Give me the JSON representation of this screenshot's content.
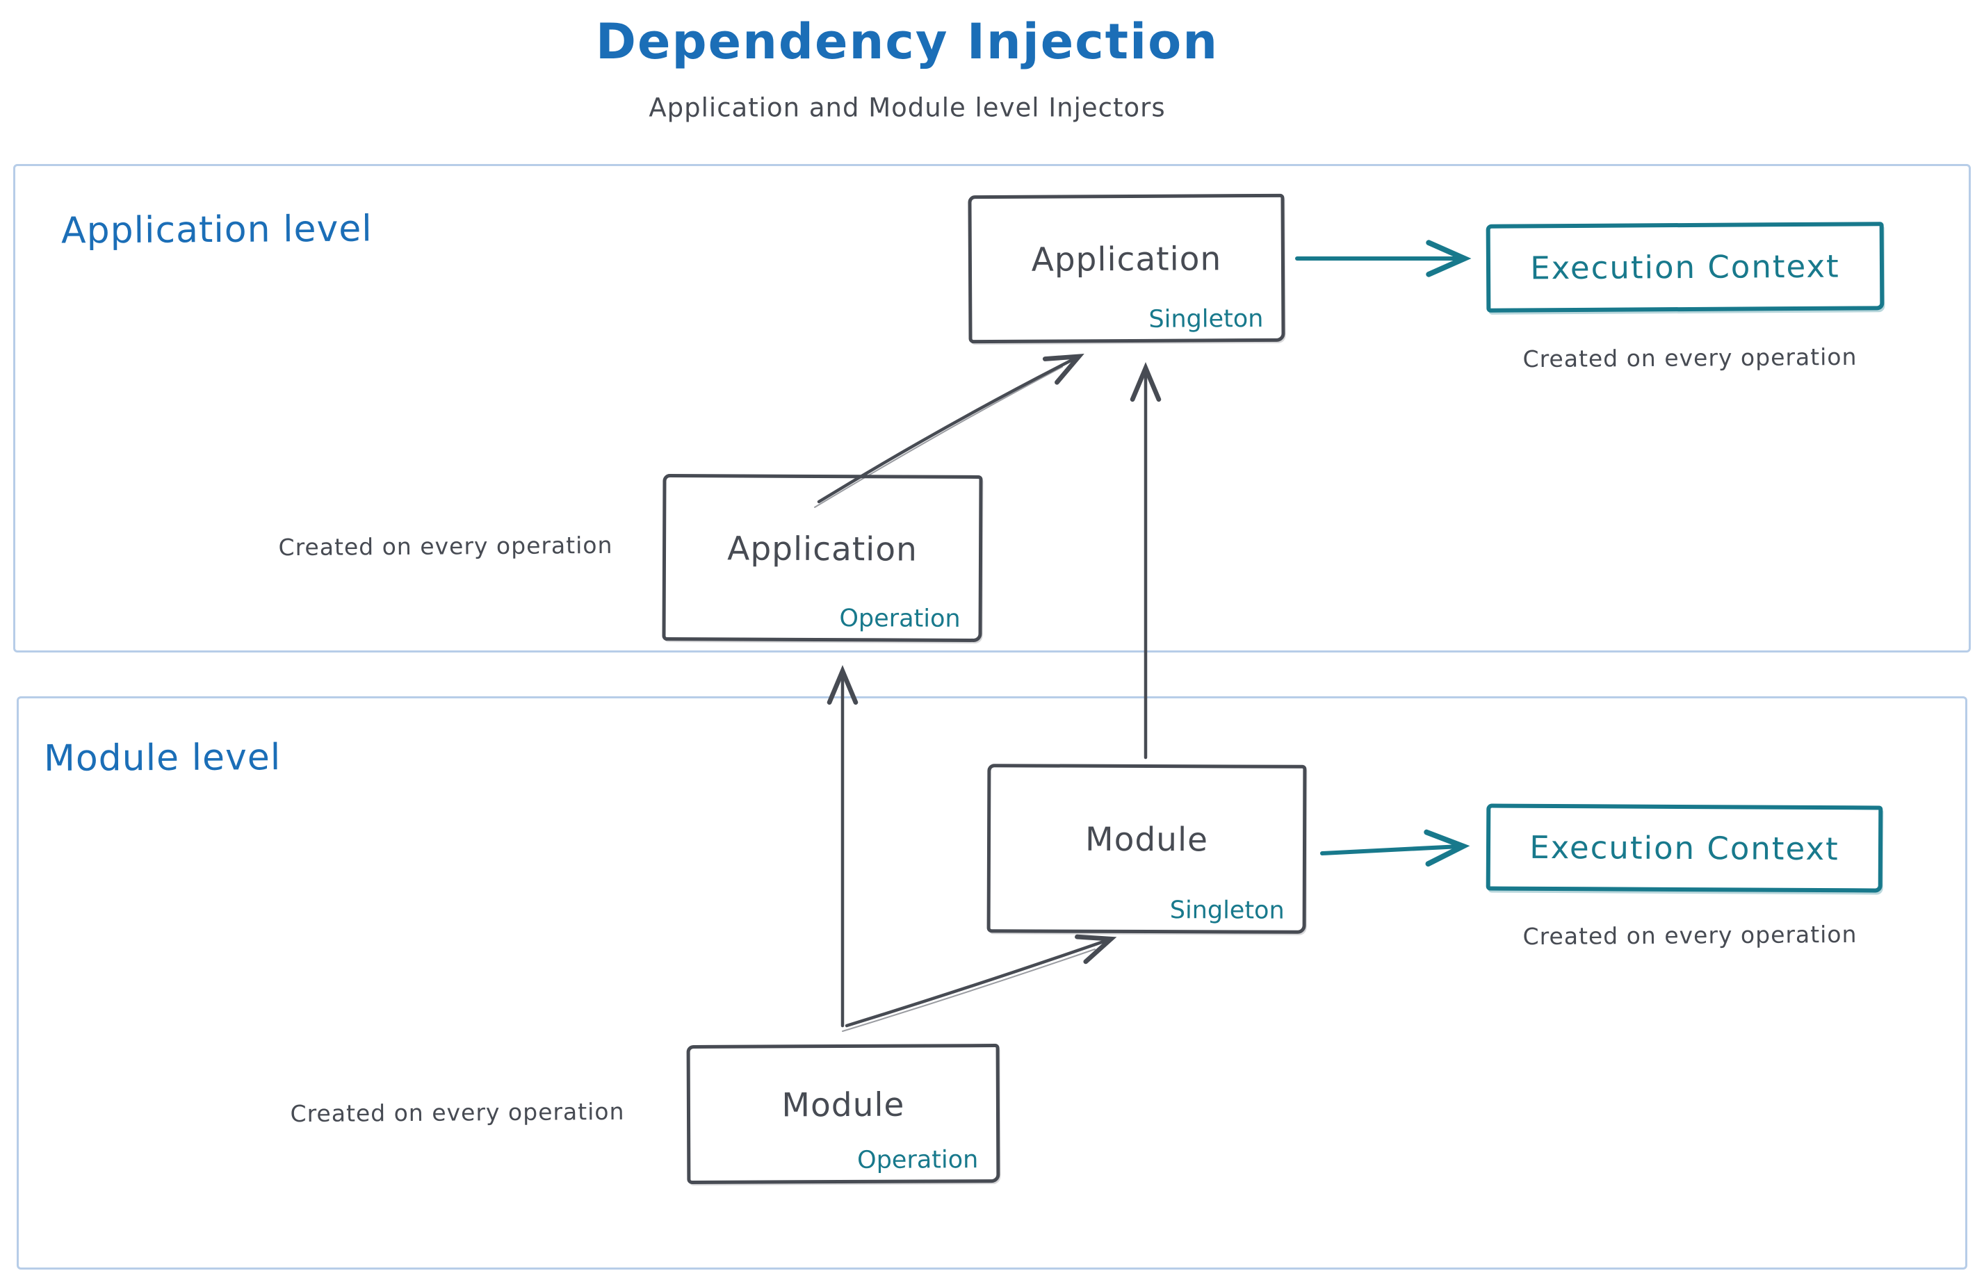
{
  "title": "Dependency Injection",
  "subtitle": "Application and Module level Injectors",
  "colors": {
    "blue": "#1b6eb7",
    "teal": "#18798c",
    "dark": "#474b53",
    "section_border": "#b7cde8"
  },
  "sections": [
    {
      "label": "Application level",
      "boxes": {
        "singleton": {
          "title": "Application",
          "tag": "Singleton"
        },
        "operation": {
          "title": "Application",
          "tag": "Operation"
        },
        "execution_context": {
          "title": "Execution Context"
        }
      },
      "notes": {
        "execution": "Created on every operation",
        "operation": "Created on every operation"
      }
    },
    {
      "label": "Module level",
      "boxes": {
        "singleton": {
          "title": "Module",
          "tag": "Singleton"
        },
        "operation": {
          "title": "Module",
          "tag": "Operation"
        },
        "execution_context": {
          "title": "Execution Context"
        }
      },
      "notes": {
        "execution": "Created on every operation",
        "operation": "Created on every operation"
      }
    }
  ],
  "arrows": [
    {
      "id": "app-operation-to-app-singleton",
      "from": "application-operation",
      "to": "application-singleton",
      "color": "dark"
    },
    {
      "id": "module-singleton-to-app-singleton",
      "from": "module-singleton",
      "to": "application-singleton",
      "color": "dark"
    },
    {
      "id": "app-singleton-to-execution-context",
      "from": "application-singleton",
      "to": "application-execution-context",
      "color": "teal"
    },
    {
      "id": "module-operation-to-module-singleton",
      "from": "module-operation",
      "to": "module-singleton",
      "color": "dark"
    },
    {
      "id": "module-operation-to-app-operation",
      "from": "module-operation",
      "to": "application-operation",
      "color": "dark"
    },
    {
      "id": "module-singleton-to-execution-context",
      "from": "module-singleton",
      "to": "module-execution-context",
      "color": "teal"
    }
  ]
}
